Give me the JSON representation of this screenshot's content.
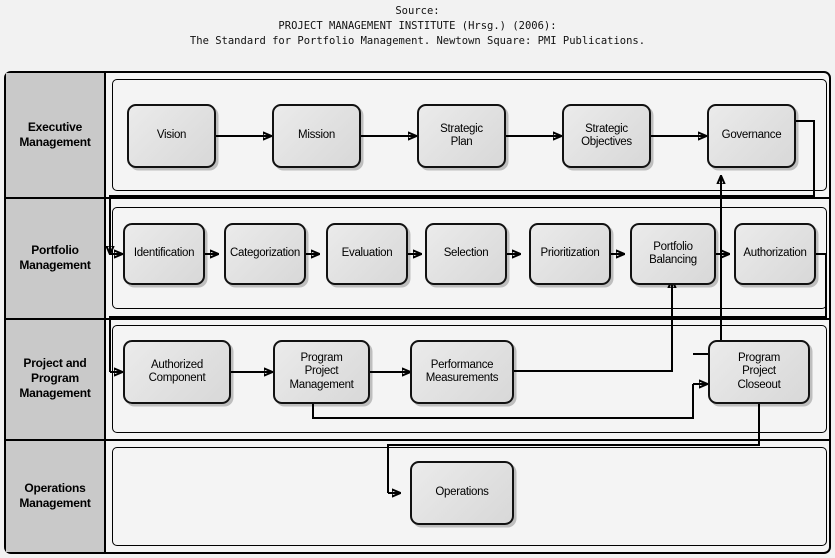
{
  "source": {
    "line1": "Source:",
    "line2": "PROJECT MANAGEMENT INSTITUTE (Hrsg.) (2006):",
    "line3": "The Standard for Portfolio Management. Newtown Square: PMI Publications."
  },
  "lanes": [
    {
      "id": "executive",
      "label": "Executive\nManagement"
    },
    {
      "id": "portfolio",
      "label": "Portfolio\nManagement"
    },
    {
      "id": "project",
      "label": "Project and\nProgram\nManagement"
    },
    {
      "id": "operations",
      "label": "Operations\nManagement"
    }
  ],
  "nodes": {
    "vision": "Vision",
    "mission": "Mission",
    "strategic_plan": "Strategic\nPlan",
    "strategic_objectives": "Strategic\nObjectives",
    "governance": "Governance",
    "identification": "Identification",
    "categorization": "Categorization",
    "evaluation": "Evaluation",
    "selection": "Selection",
    "prioritization": "Prioritization",
    "portfolio_balancing": "Portfolio\nBalancing",
    "authorization": "Authorization",
    "authorized_component": "Authorized\nComponent",
    "program_project_management": "Program\nProject\nManagement",
    "performance_measurements": "Performance\nMeasurements",
    "program_project_closeout": "Program\nProject\nCloseout",
    "operations": "Operations"
  },
  "colors": {
    "page_background": "#f2f2f2",
    "frame_background": "#f4f4f4",
    "lane_label_background": "#c9c9c9",
    "node_fill": "#e4e4e4",
    "stroke": "#000000"
  }
}
